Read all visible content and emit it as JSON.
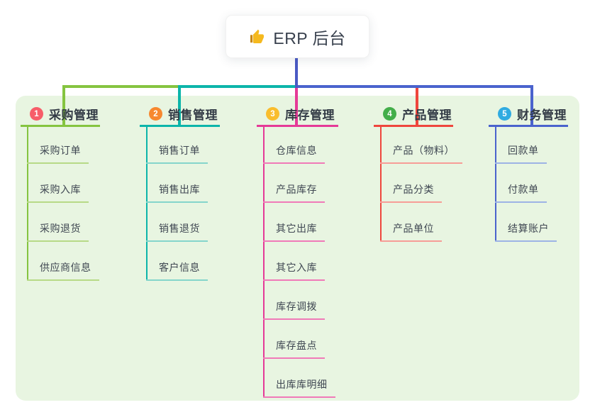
{
  "root": {
    "label": "ERP 后台",
    "icon": "thumbs-up"
  },
  "colors": {
    "page_bg": "#ffffff",
    "panel_bg": "#e8f5e1",
    "root_line": "#4a5ac4",
    "root_text": "#39414e",
    "header_text": "#333b46",
    "child_text": "#3f4752",
    "icon_gold": "#f5b91e"
  },
  "branches": [
    {
      "index": "1",
      "label": "采购管理",
      "line": "#85c440",
      "line_light": "#b7da87",
      "badge": "#f75d69",
      "children": [
        "采购订单",
        "采购入库",
        "采购退货",
        "供应商信息"
      ]
    },
    {
      "index": "2",
      "label": "销售管理",
      "line": "#0cb5aa",
      "line_light": "#85d5cb",
      "badge": "#f7882f",
      "children": [
        "销售订单",
        "销售出库",
        "销售退货",
        "客户信息"
      ]
    },
    {
      "index": "3",
      "label": "库存管理",
      "line": "#e53a97",
      "line_light": "#f07ab8",
      "badge": "#f9bd2d",
      "children": [
        "仓库信息",
        "产品库存",
        "其它出库",
        "其它入库",
        "库存调拨",
        "库存盘点",
        "出库库明细"
      ]
    },
    {
      "index": "4",
      "label": "产品管理",
      "line": "#ef463d",
      "line_light": "#f79d97",
      "badge": "#43ae4a",
      "children": [
        "产品（物料）",
        "产品分类",
        "产品单位"
      ]
    },
    {
      "index": "5",
      "label": "财务管理",
      "line": "#4a63cd",
      "line_light": "#9db3e5",
      "badge": "#2fabe1",
      "children": [
        "回款单",
        "付款单",
        "结算账户"
      ]
    }
  ]
}
